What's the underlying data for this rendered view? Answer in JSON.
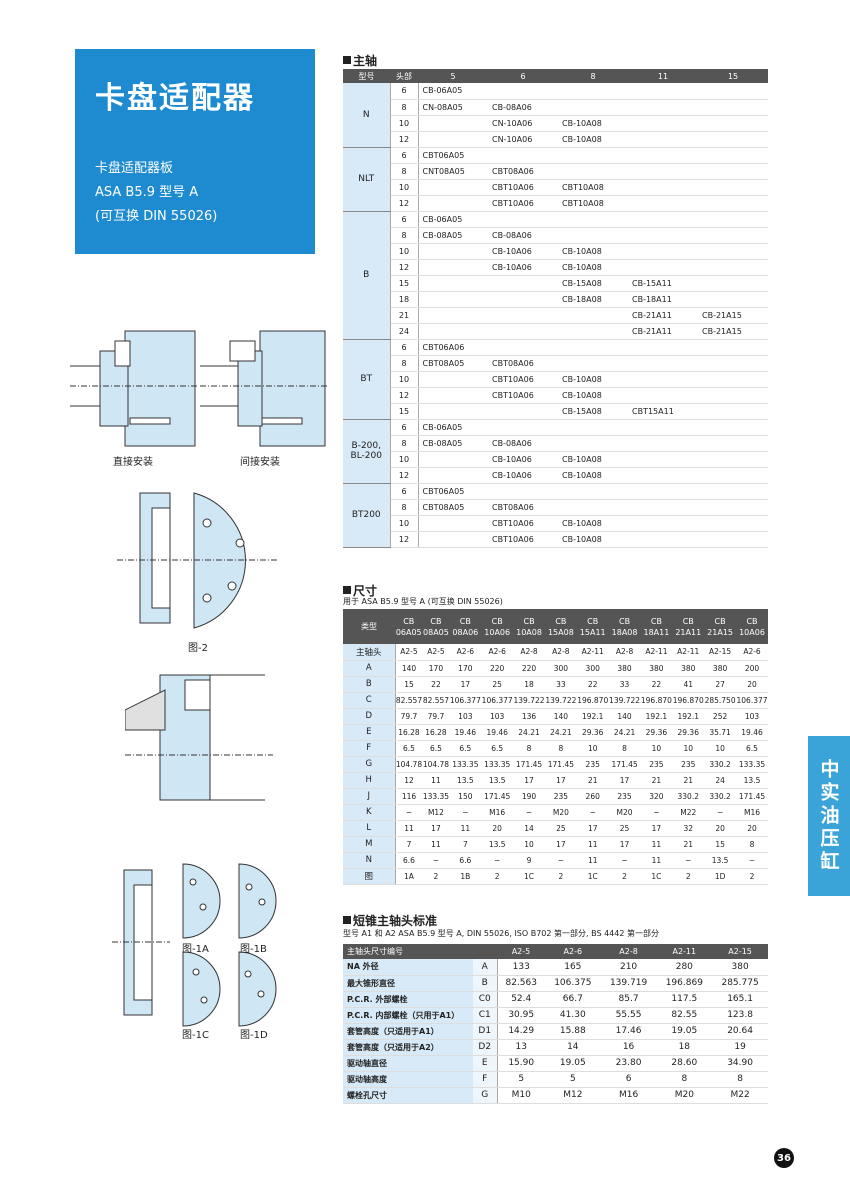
{
  "title": "卡盘适配器",
  "subtitle": [
    "卡盘适配器板",
    "ASA B5.9 型号 A",
    "(可互换 DIN 55026)"
  ],
  "side_tab": "中实油压缸",
  "page_number": "36",
  "fig_labels": {
    "direct": "直接安装",
    "indirect": "间接安装",
    "fig2": "图-2",
    "fig1a": "图-1A",
    "fig1b": "图-1B",
    "fig1c": "图-1C",
    "fig1d": "图-1D"
  },
  "spindle": {
    "heading": "主轴",
    "headers": [
      "型号",
      "头部",
      "5",
      "6",
      "8",
      "11",
      "15"
    ],
    "groups": [
      {
        "model": "N",
        "rows": [
          [
            "6",
            "CB-06A05",
            "",
            "",
            "",
            ""
          ],
          [
            "8",
            "CN-08A05",
            "CB-08A06",
            "",
            "",
            ""
          ],
          [
            "10",
            "",
            "CN-10A06",
            "CB-10A08",
            "",
            ""
          ],
          [
            "12",
            "",
            "CN-10A06",
            "CB-10A08",
            "",
            ""
          ]
        ]
      },
      {
        "model": "NLT",
        "rows": [
          [
            "6",
            "CBT06A05",
            "",
            "",
            "",
            ""
          ],
          [
            "8",
            "CNT08A05",
            "CBT08A06",
            "",
            "",
            ""
          ],
          [
            "10",
            "",
            "CBT10A06",
            "CBT10A08",
            "",
            ""
          ],
          [
            "12",
            "",
            "CBT10A06",
            "CBT10A08",
            "",
            ""
          ]
        ]
      },
      {
        "model": "B",
        "rows": [
          [
            "6",
            "CB-06A05",
            "",
            "",
            "",
            ""
          ],
          [
            "8",
            "CB-08A05",
            "CB-08A06",
            "",
            "",
            ""
          ],
          [
            "10",
            "",
            "CB-10A06",
            "CB-10A08",
            "",
            ""
          ],
          [
            "12",
            "",
            "CB-10A06",
            "CB-10A08",
            "",
            ""
          ],
          [
            "15",
            "",
            "",
            "CB-15A08",
            "CB-15A11",
            ""
          ],
          [
            "18",
            "",
            "",
            "CB-18A08",
            "CB-18A11",
            ""
          ],
          [
            "21",
            "",
            "",
            "",
            "CB-21A11",
            "CB-21A15"
          ],
          [
            "24",
            "",
            "",
            "",
            "CB-21A11",
            "CB-21A15"
          ]
        ]
      },
      {
        "model": "BT",
        "rows": [
          [
            "6",
            "CBT06A06",
            "",
            "",
            "",
            ""
          ],
          [
            "8",
            "CBT08A05",
            "CBT08A06",
            "",
            "",
            ""
          ],
          [
            "10",
            "",
            "CBT10A06",
            "CB-10A08",
            "",
            ""
          ],
          [
            "12",
            "",
            "CBT10A06",
            "CB-10A08",
            "",
            ""
          ],
          [
            "15",
            "",
            "",
            "CB-15A08",
            "CBT15A11",
            ""
          ]
        ]
      },
      {
        "model": "B-200,\nBL-200",
        "rows": [
          [
            "6",
            "CB-06A05",
            "",
            "",
            "",
            ""
          ],
          [
            "8",
            "CB-08A05",
            "CB-08A06",
            "",
            "",
            ""
          ],
          [
            "10",
            "",
            "CB-10A06",
            "CB-10A08",
            "",
            ""
          ],
          [
            "12",
            "",
            "CB-10A06",
            "CB-10A08",
            "",
            ""
          ]
        ]
      },
      {
        "model": "BT200",
        "rows": [
          [
            "6",
            "CBT06A05",
            "",
            "",
            "",
            ""
          ],
          [
            "8",
            "CBT08A05",
            "CBT08A06",
            "",
            "",
            ""
          ],
          [
            "10",
            "",
            "CBT10A06",
            "CB-10A08",
            "",
            ""
          ],
          [
            "12",
            "",
            "CBT10A06",
            "CB-10A08",
            "",
            ""
          ]
        ]
      }
    ]
  },
  "dims": {
    "heading": "尺寸",
    "note": "用于 ASA B5.9 型号 A (可互换 DIN 55026)",
    "type_label": "类型",
    "types": [
      "CB\n06A05",
      "CB\n08A05",
      "CB\n08A06",
      "CB\n10A06",
      "CB\n10A08",
      "CB\n15A08",
      "CB\n15A11",
      "CB\n18A08",
      "CB\n18A11",
      "CB\n21A11",
      "CB\n21A15",
      "CB\n10A06"
    ],
    "rows": [
      [
        "主轴头",
        "A2-5",
        "A2-5",
        "A2-6",
        "A2-6",
        "A2-8",
        "A2-8",
        "A2-11",
        "A2-8",
        "A2-11",
        "A2-11",
        "A2-15",
        "A2-6"
      ],
      [
        "A",
        "140",
        "170",
        "170",
        "220",
        "220",
        "300",
        "300",
        "380",
        "380",
        "380",
        "380",
        "200"
      ],
      [
        "B",
        "15",
        "22",
        "17",
        "25",
        "18",
        "33",
        "22",
        "33",
        "22",
        "41",
        "27",
        "20"
      ],
      [
        "C",
        "82.557",
        "82.557",
        "106.377",
        "106.377",
        "139.722",
        "139.722",
        "196.870",
        "139.722",
        "196.870",
        "196.870",
        "285.750",
        "106.377"
      ],
      [
        "D",
        "79.7",
        "79.7",
        "103",
        "103",
        "136",
        "140",
        "192.1",
        "140",
        "192.1",
        "192.1",
        "252",
        "103"
      ],
      [
        "E",
        "16.28",
        "16.28",
        "19.46",
        "19.46",
        "24.21",
        "24.21",
        "29.36",
        "24.21",
        "29.36",
        "29.36",
        "35.71",
        "19.46"
      ],
      [
        "F",
        "6.5",
        "6.5",
        "6.5",
        "6.5",
        "8",
        "8",
        "10",
        "8",
        "10",
        "10",
        "10",
        "6.5"
      ],
      [
        "G",
        "104.78",
        "104.78",
        "133.35",
        "133.35",
        "171.45",
        "171.45",
        "235",
        "171.45",
        "235",
        "235",
        "330.2",
        "133.35"
      ],
      [
        "H",
        "12",
        "11",
        "13.5",
        "13.5",
        "17",
        "17",
        "21",
        "17",
        "21",
        "21",
        "24",
        "13.5"
      ],
      [
        "J",
        "116",
        "133.35",
        "150",
        "171.45",
        "190",
        "235",
        "260",
        "235",
        "320",
        "330.2",
        "330.2",
        "171.45"
      ],
      [
        "K",
        "−",
        "M12",
        "−",
        "M16",
        "−",
        "M20",
        "−",
        "M20",
        "−",
        "M22",
        "−",
        "M16"
      ],
      [
        "L",
        "11",
        "17",
        "11",
        "20",
        "14",
        "25",
        "17",
        "25",
        "17",
        "32",
        "20",
        "20"
      ],
      [
        "M",
        "7",
        "11",
        "7",
        "13.5",
        "10",
        "17",
        "11",
        "17",
        "11",
        "21",
        "15",
        "8"
      ],
      [
        "N",
        "6.6",
        "−",
        "6.6",
        "−",
        "9",
        "−",
        "11",
        "−",
        "11",
        "−",
        "13.5",
        "−"
      ],
      [
        "图",
        "1A",
        "2",
        "1B",
        "2",
        "1C",
        "2",
        "1C",
        "2",
        "1C",
        "2",
        "1D",
        "2"
      ]
    ]
  },
  "std": {
    "heading": "短锥主轴头标准",
    "note": "型号 A1 和 A2 ASA B5.9 型号 A, DIN 55026, ISO B702 第一部分, BS 4442 第一部分",
    "head_label": "主轴头尺寸编号",
    "cols": [
      "A2-5",
      "A2-6",
      "A2-8",
      "A2-11",
      "A2-15"
    ],
    "rows": [
      [
        "NA 外径",
        "A",
        "133",
        "165",
        "210",
        "280",
        "380"
      ],
      [
        "最大锥形直径",
        "B",
        "82.563",
        "106.375",
        "139.719",
        "196.869",
        "285.775"
      ],
      [
        "P.C.R. 外部螺栓",
        "C0",
        "52.4",
        "66.7",
        "85.7",
        "117.5",
        "165.1"
      ],
      [
        "P.C.R. 内部螺栓（只用于A1）",
        "C1",
        "30.95",
        "41.30",
        "55.55",
        "82.55",
        "123.8"
      ],
      [
        "套管高度（只适用于A1）",
        "D1",
        "14.29",
        "15.88",
        "17.46",
        "19.05",
        "20.64"
      ],
      [
        "套管高度（只适用于A2）",
        "D2",
        "13",
        "14",
        "16",
        "18",
        "19"
      ],
      [
        "驱动轴直径",
        "E",
        "15.90",
        "19.05",
        "23.80",
        "28.60",
        "34.90"
      ],
      [
        "驱动轴高度",
        "F",
        "5",
        "5",
        "6",
        "8",
        "8"
      ],
      [
        "螺栓孔尺寸",
        "G",
        "M10",
        "M12",
        "M16",
        "M20",
        "M22"
      ]
    ]
  }
}
